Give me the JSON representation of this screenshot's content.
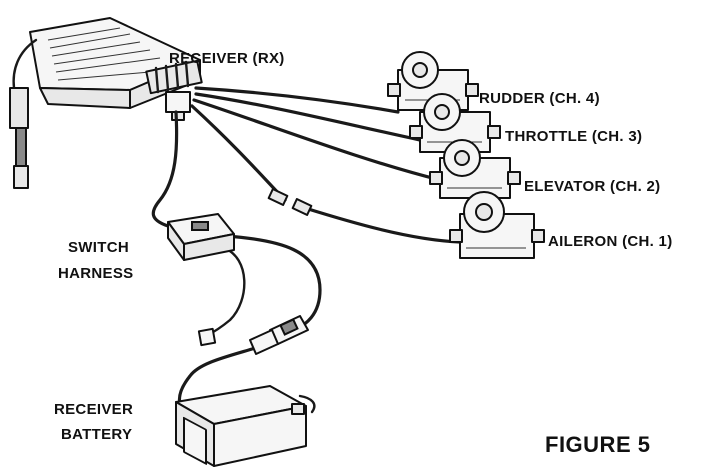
{
  "labels": {
    "receiver": "RECEIVER (RX)",
    "rudder": "RUDDER (CH. 4)",
    "throttle": "THROTTLE (CH. 3)",
    "elevator": "ELEVATOR (CH. 2)",
    "aileron": "AILERON (CH. 1)",
    "switch_line1": "SWITCH",
    "switch_line2": "HARNESS",
    "battery_line1": "RECEIVER",
    "battery_line2": "BATTERY",
    "figure": "FIGURE 5"
  }
}
